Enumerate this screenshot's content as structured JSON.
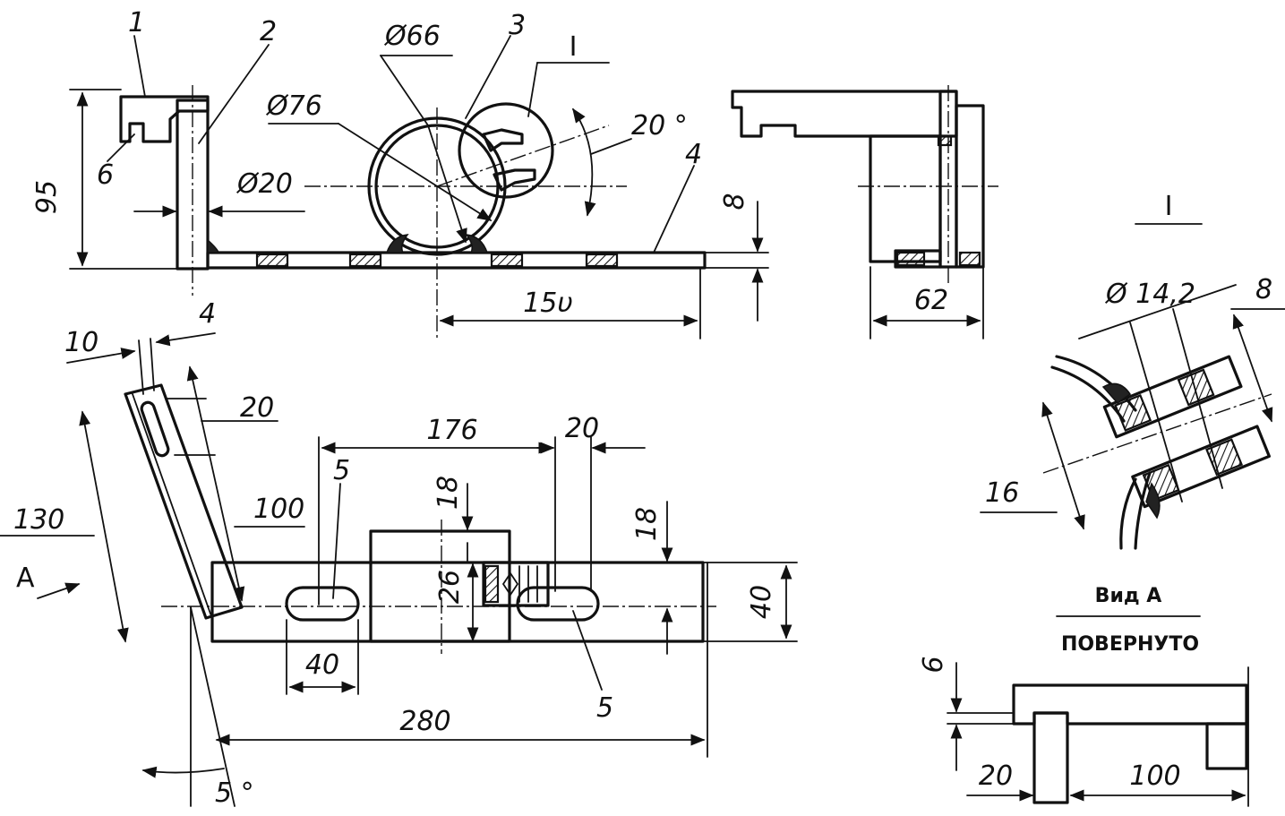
{
  "part_labels": {
    "p1": "1",
    "p2": "2",
    "p3": "3",
    "p4": "4",
    "p4b": "4",
    "p5a": "5",
    "p5b": "5",
    "p6": "6"
  },
  "section_marker": "I",
  "dimensions": {
    "d95": "95",
    "d66": "Ø66",
    "d76": "Ø76",
    "d20_dia": "Ø20",
    "d20deg": "20 °",
    "d8_top": "8",
    "d150": "15υ",
    "d62": "62",
    "d10": "10",
    "d4": "4",
    "d20_slot": "20",
    "d130": "130",
    "d100_tilt": "100",
    "d176": "176",
    "d20_top": "20",
    "d18_a": "18",
    "d18_b": "18",
    "d26": "26",
    "d40_h": "40",
    "d40_w": "40",
    "d280": "280",
    "d5deg": "5 °",
    "d14_2": "Ø 14,2",
    "d8_detail": "8",
    "d16": "16",
    "d6_view": "6",
    "d20_view": "20",
    "d100_view": "100"
  },
  "view_labels": {
    "detail_title": "I",
    "view_a_title": "Вид А",
    "view_a_sub": "ПОВЕРНУТО",
    "arrow_a": "А"
  },
  "colors": {
    "ink": "#111111",
    "paper": "#ffffff"
  }
}
